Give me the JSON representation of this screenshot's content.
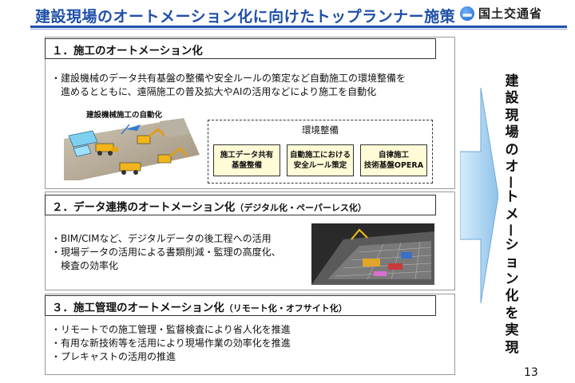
{
  "header": {
    "title": "建設現場のオートメーション化に向けたトップランナー施策",
    "logo_text": "国土交通省"
  },
  "sections": [
    {
      "heading": "１．施工のオートメーション化",
      "subheading": "",
      "lines": [
        "・建設機械のデータ共有基盤の整備や安全ルールの策定など自動施工の環境整備を",
        "　進めるとともに、遠隔施工の普及拡大やAIの活用などにより施工を自動化"
      ]
    },
    {
      "heading": "２．データ連携のオートメーション化",
      "subheading": "（デジタル化・ペーパーレス化）",
      "lines": [
        "・BIM/CIMなど、デジタルデータの後工程への活用",
        "・現場データの活用による書類削減・監理の高度化、",
        "　検査の効率化"
      ]
    },
    {
      "heading": "３．施工管理のオートメーション化",
      "subheading": "（リモート化・オフサイト化）",
      "lines": [
        "・リモートでの施工管理・監督検査により省人化を推進",
        "・有用な新技術等を活用により現場作業の効率化を推進",
        "・プレキャストの活用の推進"
      ]
    }
  ],
  "illustration": {
    "label": "建設機械施工の自動化"
  },
  "environment": {
    "title": "環境整備",
    "boxes": [
      {
        "line1": "施工データ共有",
        "line2": "基盤整備"
      },
      {
        "line1": "自動施工における",
        "line2": "安全ルール策定"
      },
      {
        "line1": "自律施工",
        "line2": "技術基盤OPERA"
      }
    ]
  },
  "vertical_text": [
    "建",
    "設",
    "現",
    "場",
    "の",
    "オ",
    "ー",
    "ト",
    "メ",
    "ー",
    "シ",
    "ョ",
    "ン",
    "化",
    "を",
    "実",
    "現"
  ],
  "page_number": "13",
  "colors": {
    "title_blue": "#1f4fa8",
    "arrow_blue": "#8fc2ea",
    "box_yellow": "#fffbd6"
  },
  "icons": {
    "logo": "mlit-logo-icon",
    "arrow": "right-arrow-icon"
  }
}
